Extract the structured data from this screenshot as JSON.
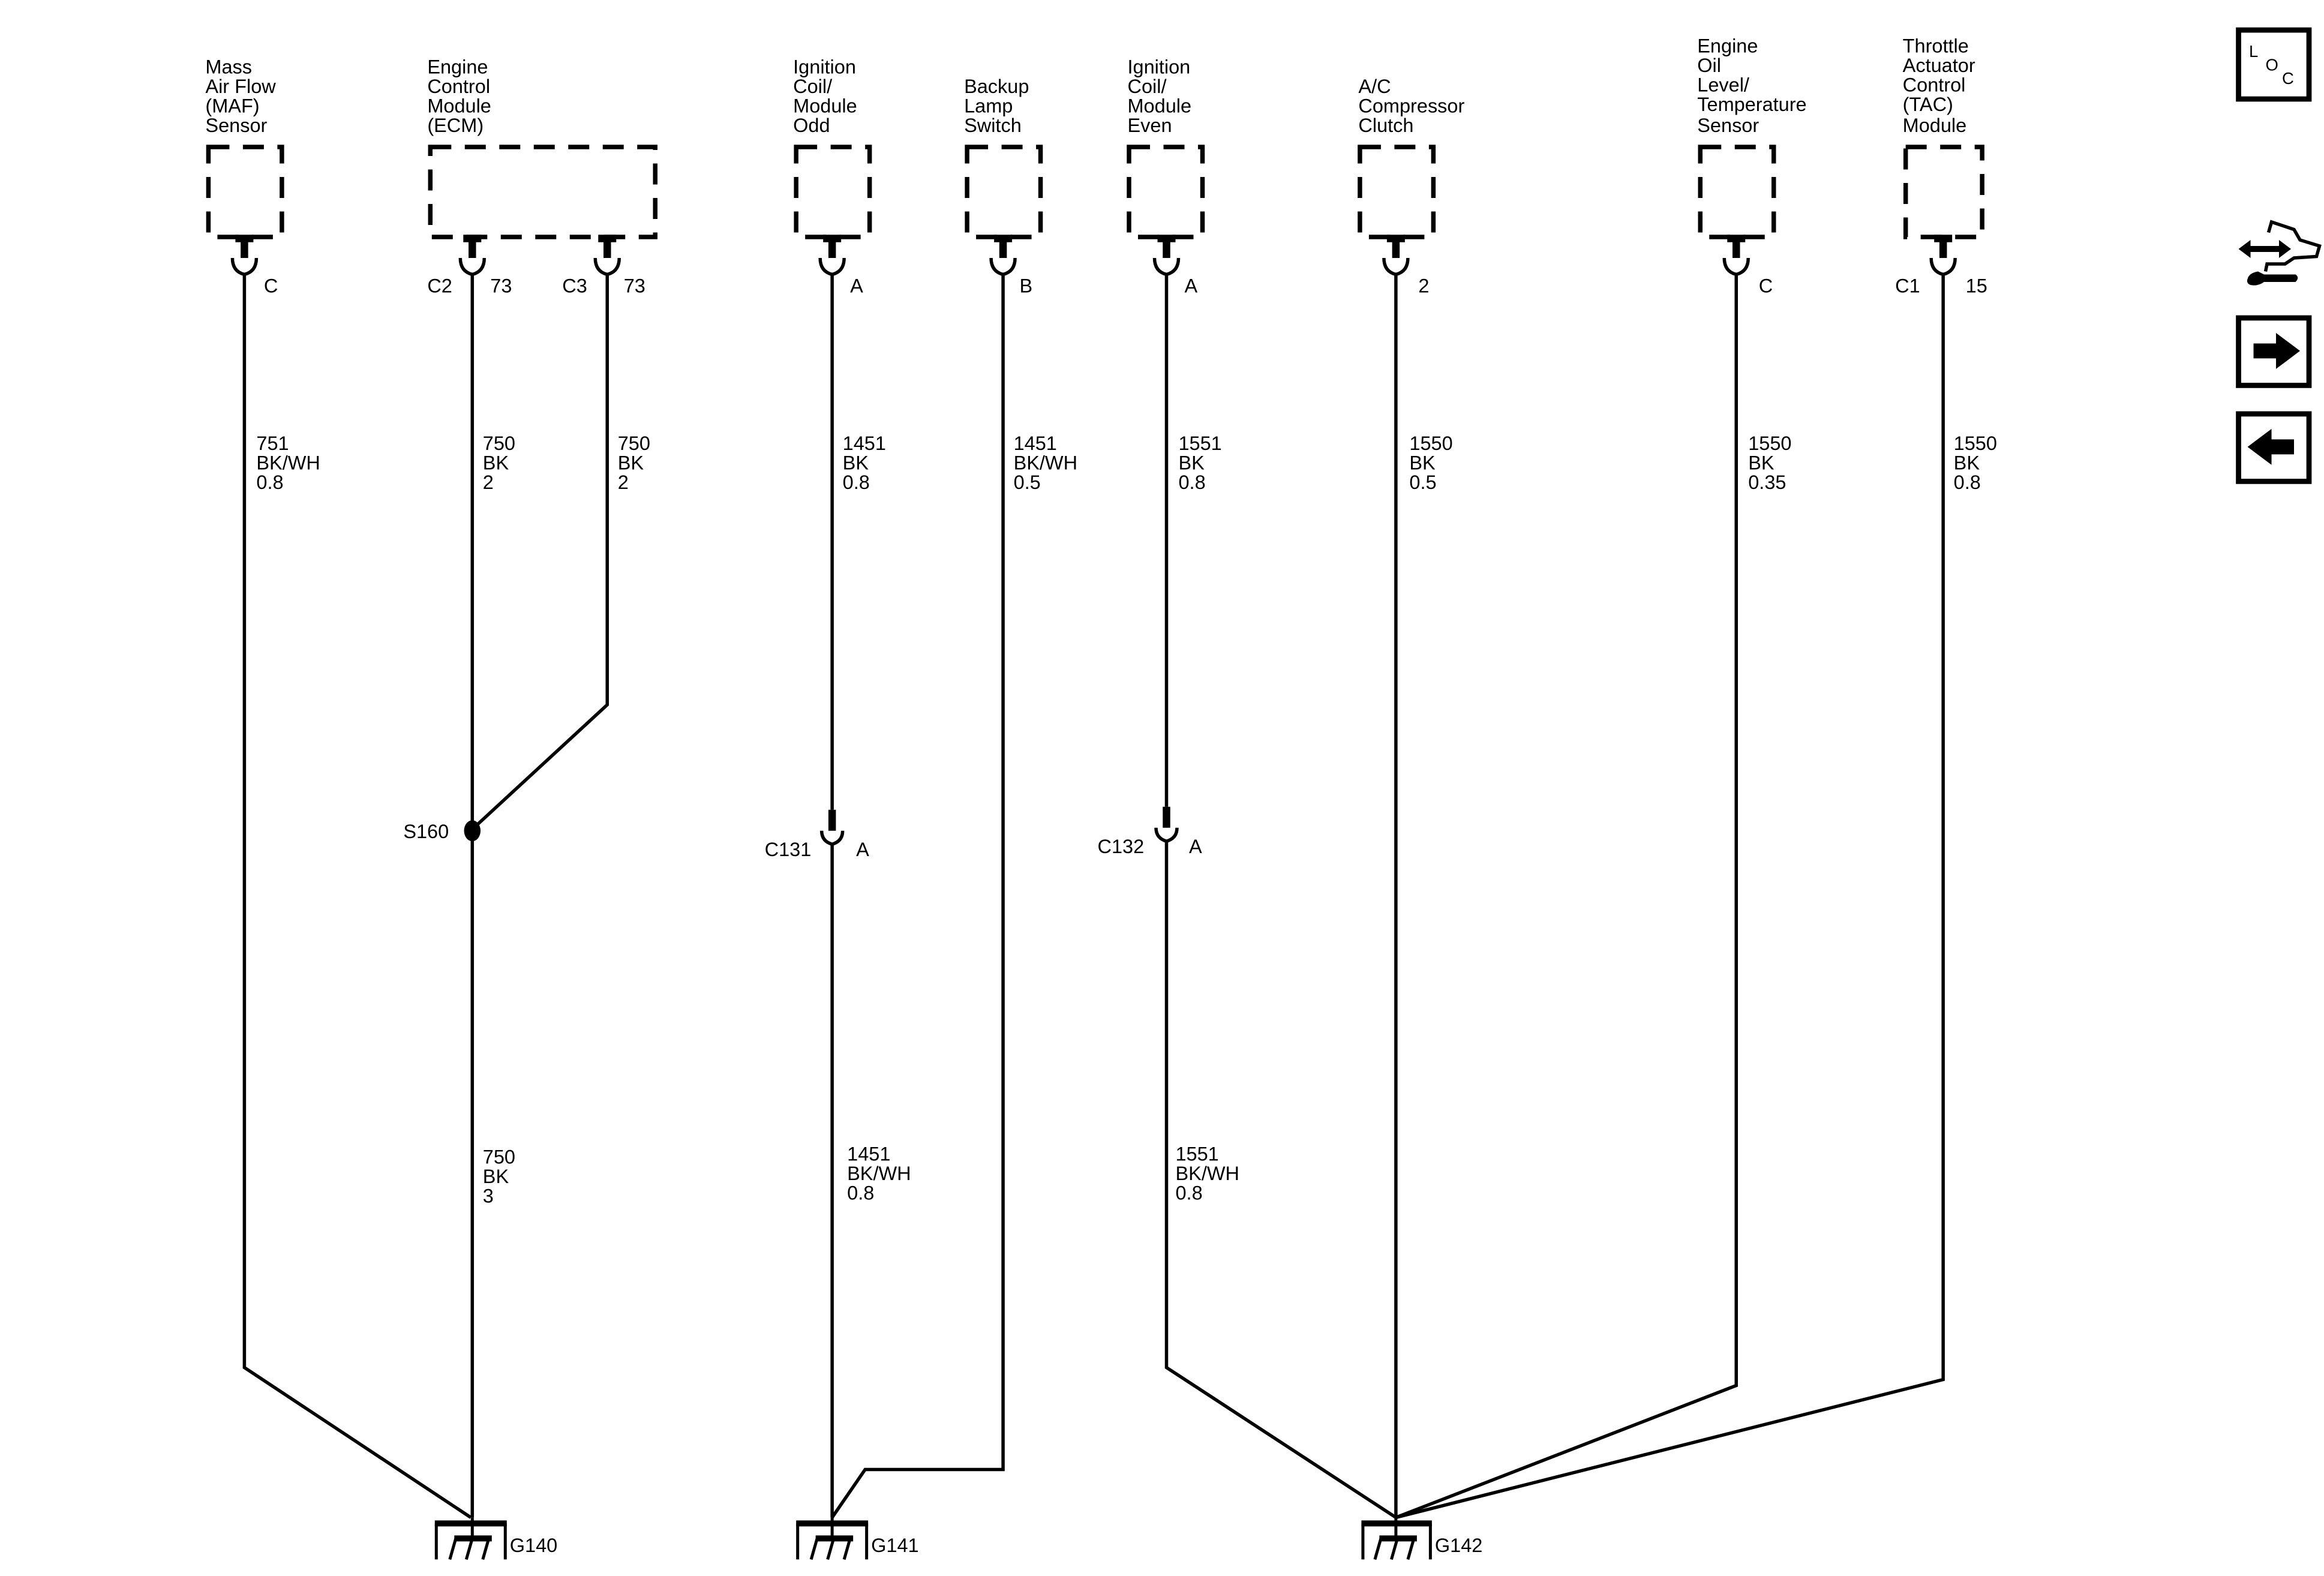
{
  "components": [
    {
      "id": "maf",
      "lines": [
        "Mass",
        "Air Flow",
        "(MAF)",
        "Sensor"
      ]
    },
    {
      "id": "ecm",
      "lines": [
        "Engine",
        "Control",
        "Module",
        "(ECM)"
      ]
    },
    {
      "id": "coil_odd",
      "lines": [
        "Ignition",
        "Coil/",
        "Module",
        "Odd"
      ]
    },
    {
      "id": "backup",
      "lines": [
        "Backup",
        "Lamp",
        "Switch"
      ]
    },
    {
      "id": "coil_even",
      "lines": [
        "Ignition",
        "Coil/",
        "Module",
        "Even"
      ]
    },
    {
      "id": "ac",
      "lines": [
        "A/C",
        "Compressor",
        "Clutch"
      ]
    },
    {
      "id": "oil",
      "lines": [
        "Engine",
        "Oil",
        "Level/",
        "Temperature",
        "Sensor"
      ]
    },
    {
      "id": "tac",
      "lines": [
        "Throttle",
        "Actuator",
        "Control",
        "(TAC)",
        "Module"
      ]
    }
  ],
  "pins": [
    {
      "connector": "",
      "pin": "C"
    },
    {
      "connector": "C2",
      "pin": "73"
    },
    {
      "connector": "C3",
      "pin": "73"
    },
    {
      "connector": "",
      "pin": "A"
    },
    {
      "connector": "",
      "pin": "B"
    },
    {
      "connector": "",
      "pin": "A"
    },
    {
      "connector": "",
      "pin": "2"
    },
    {
      "connector": "",
      "pin": "C"
    },
    {
      "connector": "C1",
      "pin": "15"
    }
  ],
  "wires_upper": [
    {
      "circuit": "751",
      "color": "BK/WH",
      "gauge": "0.8"
    },
    {
      "circuit": "750",
      "color": "BK",
      "gauge": "2"
    },
    {
      "circuit": "750",
      "color": "BK",
      "gauge": "2"
    },
    {
      "circuit": "1451",
      "color": "BK",
      "gauge": "0.8"
    },
    {
      "circuit": "1451",
      "color": "BK/WH",
      "gauge": "0.5"
    },
    {
      "circuit": "1551",
      "color": "BK",
      "gauge": "0.8"
    },
    {
      "circuit": "1550",
      "color": "BK",
      "gauge": "0.5"
    },
    {
      "circuit": "1550",
      "color": "BK",
      "gauge": "0.35"
    },
    {
      "circuit": "1550",
      "color": "BK",
      "gauge": "0.8"
    }
  ],
  "wires_lower": [
    {
      "circuit": "750",
      "color": "BK",
      "gauge": "3"
    },
    {
      "circuit": "1451",
      "color": "BK/WH",
      "gauge": "0.8"
    },
    {
      "circuit": "1551",
      "color": "BK/WH",
      "gauge": "0.8"
    }
  ],
  "splice": {
    "label": "S160"
  },
  "inline_connectors": [
    {
      "connector": "C131",
      "pin": "A"
    },
    {
      "connector": "C132",
      "pin": "A"
    }
  ],
  "grounds": [
    "G140",
    "G141",
    "G142"
  ],
  "nav": {
    "loc_letters": [
      "L",
      "O",
      "C"
    ],
    "icons": [
      "loc-icon",
      "service-info-icon",
      "next-page-icon",
      "previous-page-icon"
    ]
  }
}
